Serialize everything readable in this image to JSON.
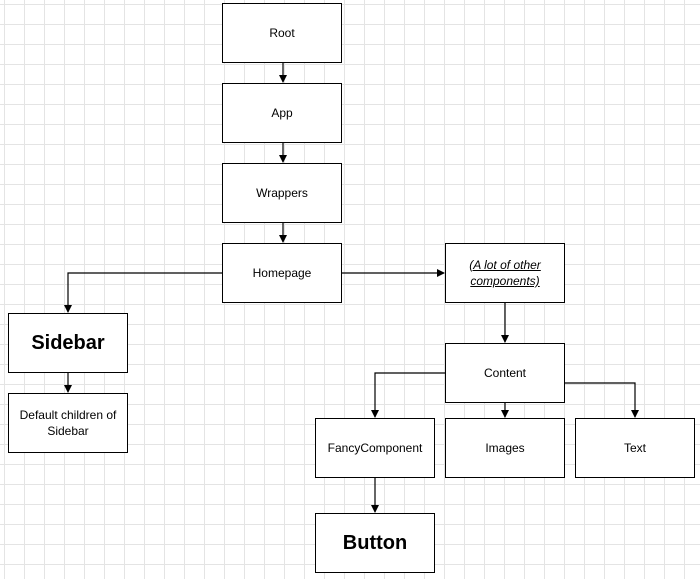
{
  "diagram": {
    "nodes": {
      "root": "Root",
      "app": "App",
      "wrappers": "Wrappers",
      "homepage": "Homepage",
      "others": "(A lot of other components)",
      "sidebar": "Sidebar",
      "sidebar_children": "Default children of Sidebar",
      "content": "Content",
      "fancy": "FancyComponent",
      "images": "Images",
      "text": "Text",
      "button": "Button"
    },
    "edges": [
      {
        "from": "root",
        "to": "app"
      },
      {
        "from": "app",
        "to": "wrappers"
      },
      {
        "from": "wrappers",
        "to": "homepage"
      },
      {
        "from": "homepage",
        "to": "sidebar"
      },
      {
        "from": "homepage",
        "to": "others"
      },
      {
        "from": "sidebar",
        "to": "sidebar_children"
      },
      {
        "from": "others",
        "to": "content"
      },
      {
        "from": "content",
        "to": "fancy"
      },
      {
        "from": "content",
        "to": "images"
      },
      {
        "from": "content",
        "to": "text"
      },
      {
        "from": "fancy",
        "to": "button"
      }
    ]
  }
}
